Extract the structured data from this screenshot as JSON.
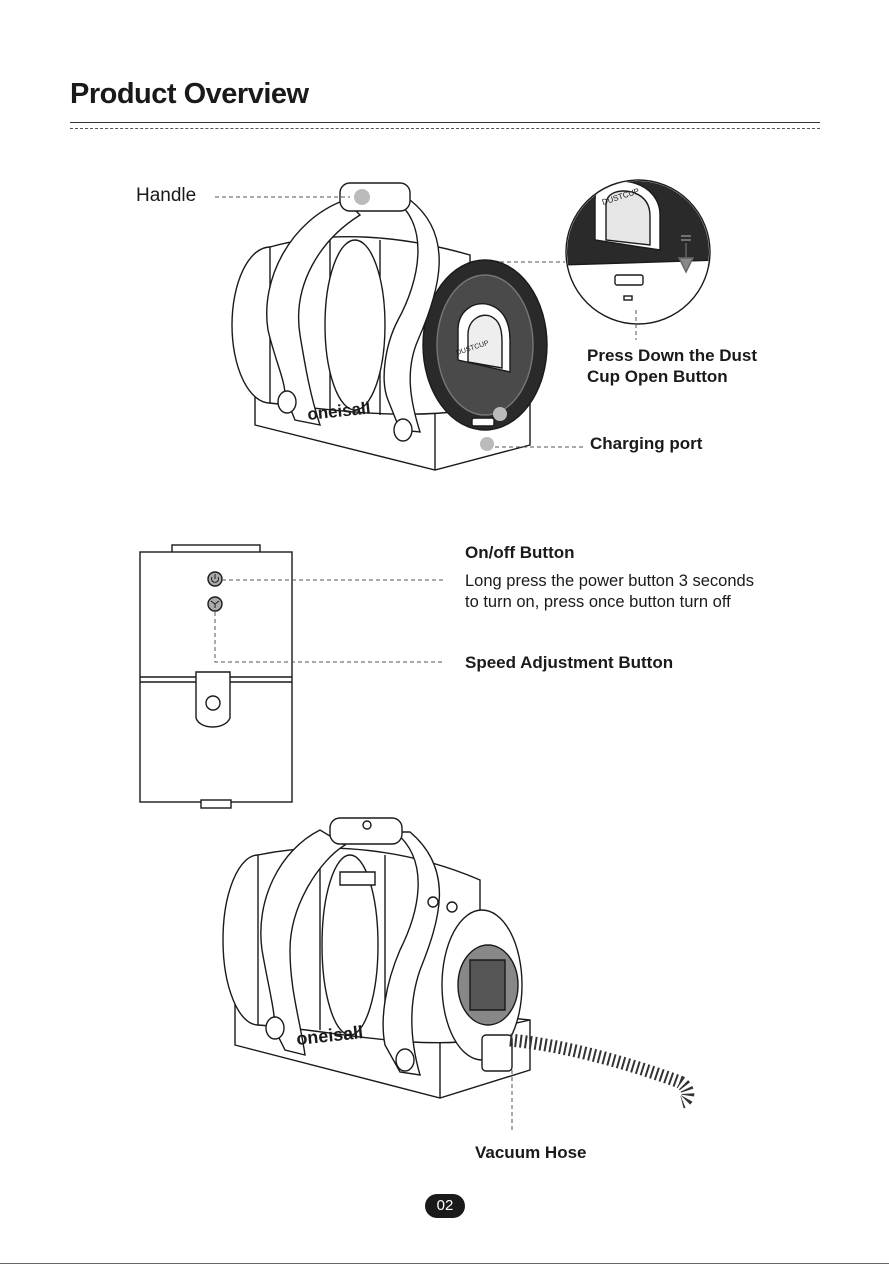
{
  "page": {
    "title": "Product Overview",
    "page_number": "02"
  },
  "figure1": {
    "handle_label": "Handle",
    "dust_cup_label": "Press Down the Dust Cup Open Button",
    "charging_label": "Charging port",
    "brand_text": "oneisall",
    "dustcup_text": "DUSTCUP"
  },
  "figure2": {
    "onoff_title": "On/off Button",
    "onoff_desc": "Long press the power button 3 seconds to turn on, press once button turn off",
    "speed_label": "Speed Adjustment Button"
  },
  "figure3": {
    "hose_label": "Vacuum Hose",
    "brand_text": "oneisall"
  }
}
